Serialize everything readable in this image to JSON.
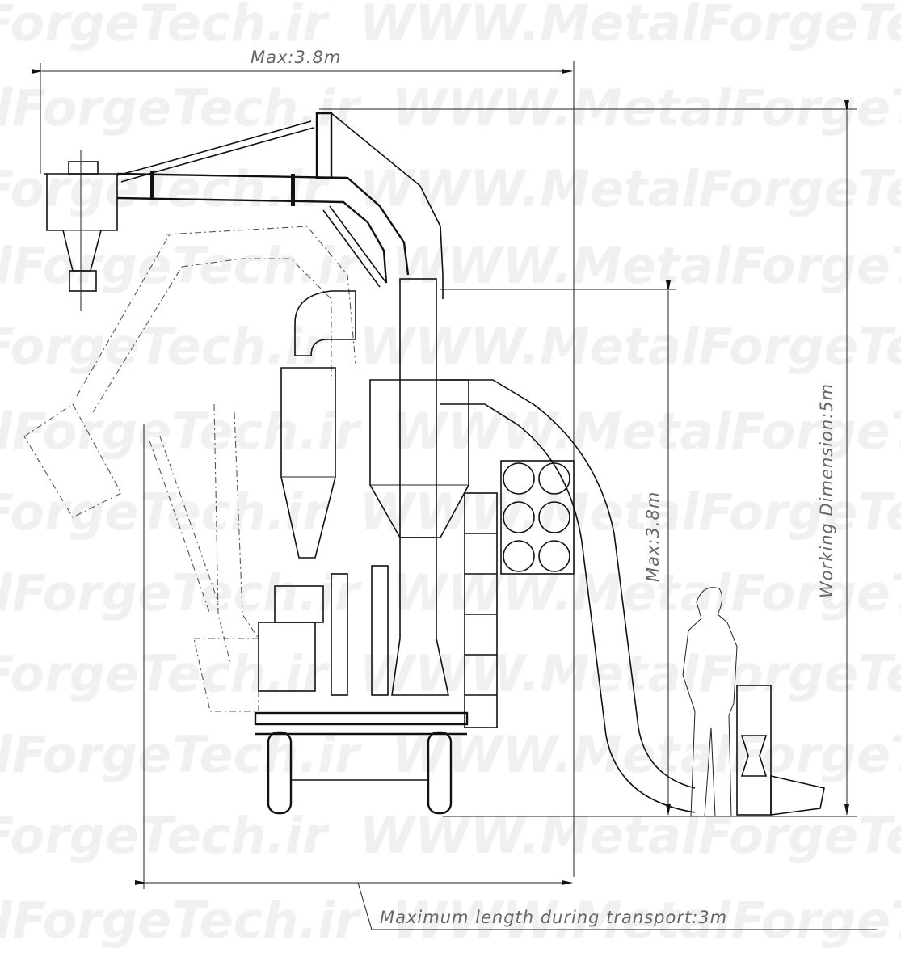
{
  "watermark": "WWW.MetalForgeTech.ir",
  "dimensions": {
    "top_width": "Max:3.8m",
    "working_height": "Working  Dimension:5m",
    "transport_height": "Max:3.8m",
    "transport_length": "Maximum  length  during  transport:3m"
  },
  "colors": {
    "line": "#111111",
    "watermark": "#f0f0f0",
    "dimension_text": "#666666"
  }
}
